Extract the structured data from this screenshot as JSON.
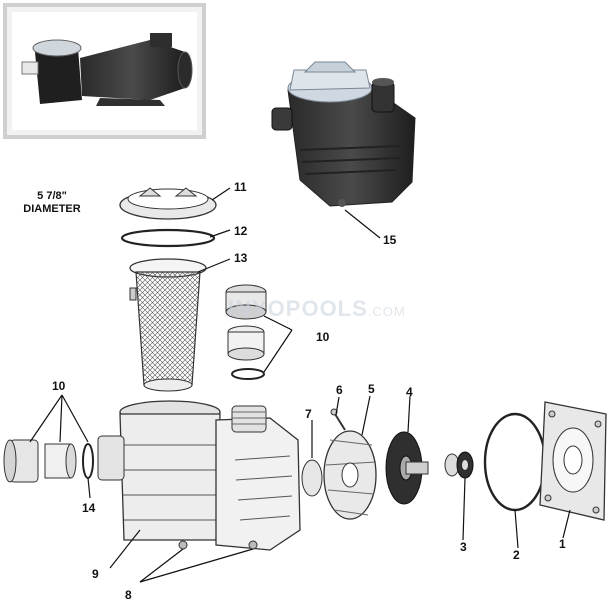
{
  "diagram": {
    "dimension_note_line1": "5 7/8\"",
    "dimension_note_line2": "DIAMETER",
    "watermark_main": "INYOPOOLS",
    "watermark_suffix": ".COM",
    "callouts": {
      "p1": "1",
      "p2": "2",
      "p3": "3",
      "p4": "4",
      "p5": "5",
      "p6": "6",
      "p7": "7",
      "p8": "8",
      "p9": "9",
      "p10a": "10",
      "p10b": "10",
      "p11": "11",
      "p12": "12",
      "p13": "13",
      "p14": "14",
      "p15": "15"
    }
  }
}
